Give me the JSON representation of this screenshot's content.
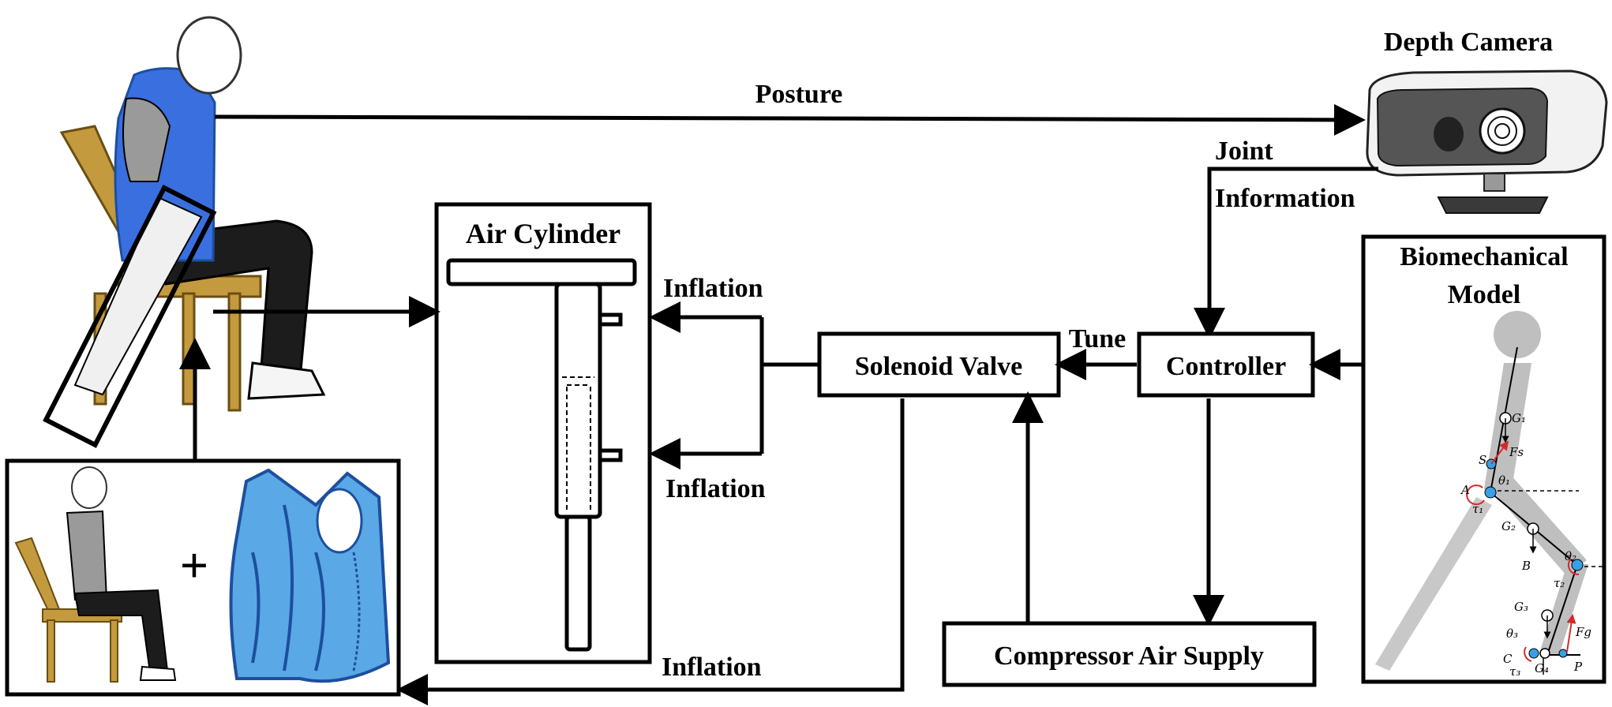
{
  "labels": {
    "depth_camera": "Depth Camera",
    "posture": "Posture",
    "joint": "Joint",
    "information": "Information",
    "air_cylinder": "Air Cylinder",
    "inflation_top": "Inflation",
    "inflation_mid": "Inflation",
    "inflation_bottom": "Inflation",
    "tune": "Tune",
    "solenoid_valve": "Solenoid Valve",
    "controller": "Controller",
    "biomechanical": "Biomechanical",
    "model": "Model",
    "compressor": "Compressor Air Supply",
    "plus": "+"
  },
  "biomech_labels": {
    "G1": "G₁",
    "Fs": "Fs",
    "S": "S",
    "theta1": "θ₁",
    "A": "A",
    "tau1": "τ₁",
    "G2": "G₂",
    "theta2": "θ₂",
    "B": "B",
    "tau2": "τ₂",
    "G3": "G₃",
    "theta3": "θ₃",
    "Fg": "Fg",
    "C": "C",
    "tau3": "τ₃",
    "G4": "G₄",
    "P": "P"
  },
  "colors": {
    "stroke": "#000000",
    "vest_blue": "#3a6fe0",
    "vest_light": "#5aa8e6",
    "vest_dark": "#1d4f9e",
    "chair": "#c49a3e",
    "body_gray": "#9a9a9a",
    "pants": "#1c1c1c",
    "model_gray": "#bfbfbf",
    "joint_blue": "#3aa0e6",
    "force_red": "#d42a2a"
  }
}
